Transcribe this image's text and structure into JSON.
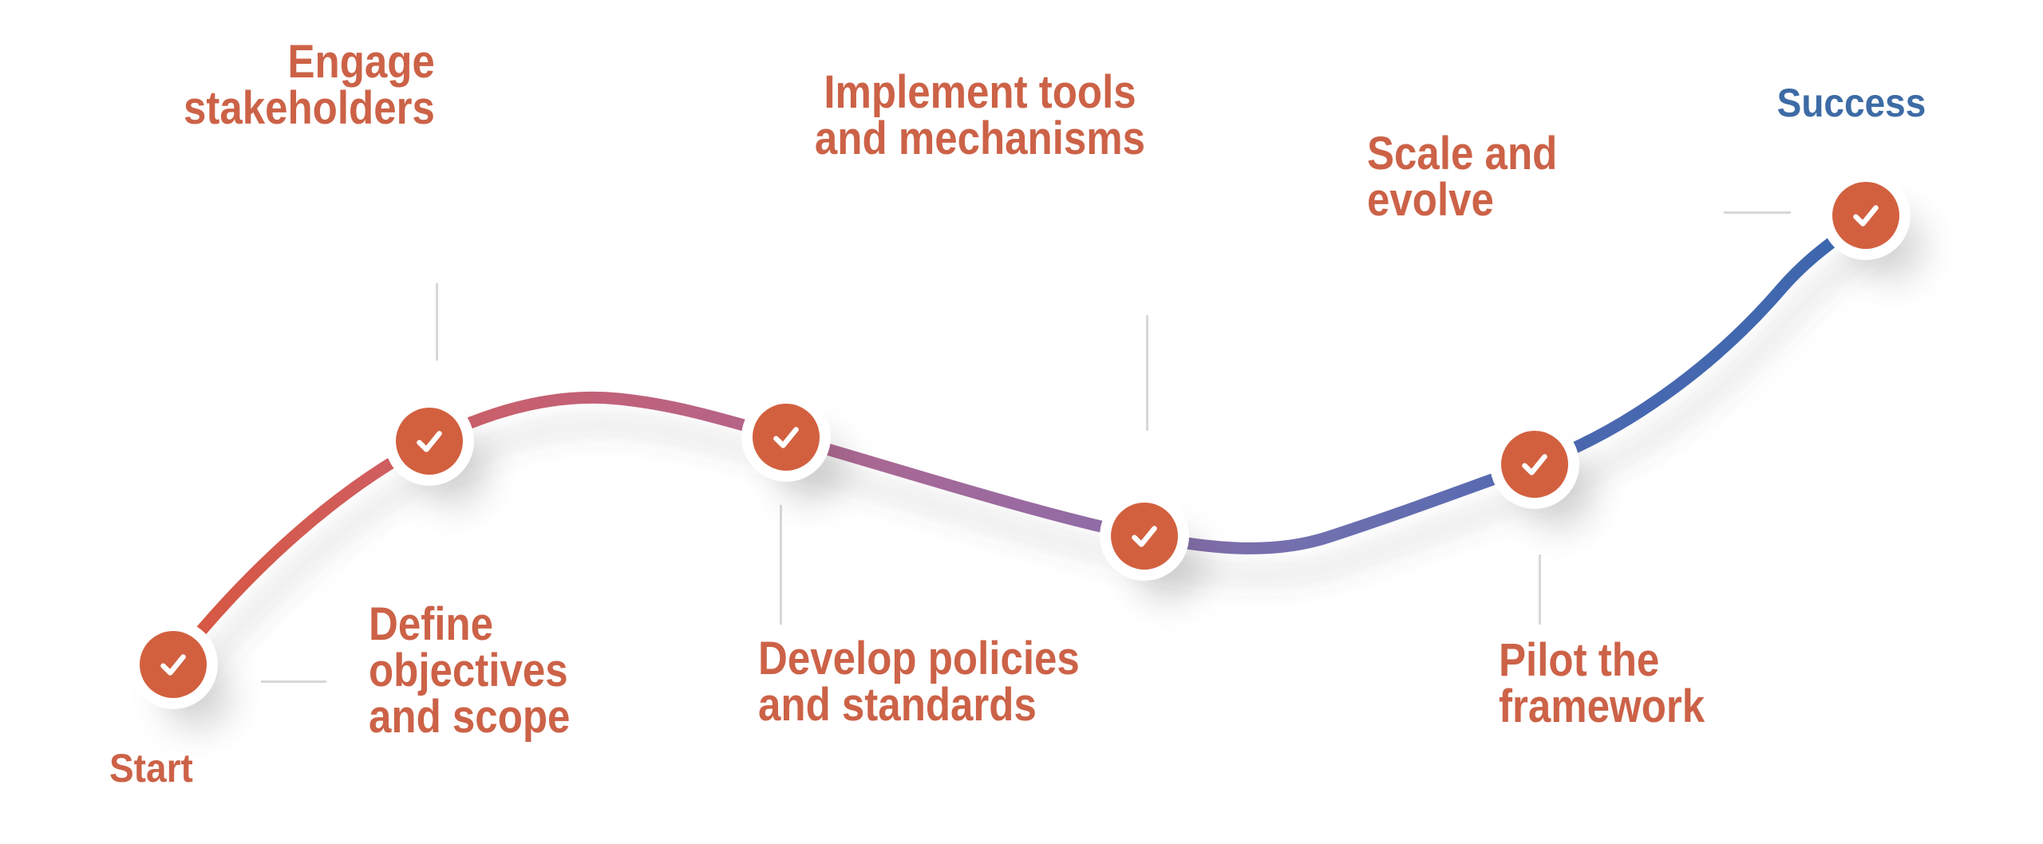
{
  "diagram": {
    "type": "roadmap-curve",
    "start_label": "Start",
    "success_label": "Success",
    "steps": [
      {
        "id": "define-objectives-and-scope",
        "label": "Define\nobjectives\nand scope",
        "status": "done"
      },
      {
        "id": "engage-stakeholders",
        "label": "Engage\nstakeholders",
        "status": "done"
      },
      {
        "id": "develop-policies-and-standards",
        "label": "Develop policies\nand standards",
        "status": "done"
      },
      {
        "id": "implement-tools-and-mechanisms",
        "label": "Implement tools\nand mechanisms",
        "status": "done"
      },
      {
        "id": "pilot-the-framework",
        "label": "Pilot the\nframework",
        "status": "done"
      },
      {
        "id": "scale-and-evolve",
        "label": "Scale and\nevolve",
        "status": "done"
      }
    ],
    "icons": {
      "milestone": "check-icon"
    },
    "colors": {
      "label_orange": "#cc6247",
      "node_orange": "#d2603f",
      "success_blue": "#3d6ba5",
      "tick_gray": "#d8d8d8",
      "check_white": "#ffffff"
    },
    "line_gradient": [
      "#d8573f",
      "#ce5e63",
      "#b76487",
      "#9a6ba1",
      "#6f6faf",
      "#4968b0",
      "#3c66ae"
    ]
  }
}
